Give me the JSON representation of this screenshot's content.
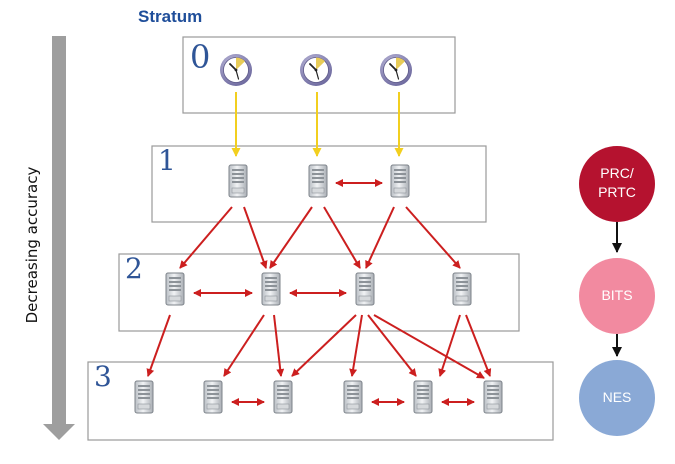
{
  "title": "Stratum",
  "axis_label": "Decreasing accuracy",
  "levels": [
    "0",
    "1",
    "2",
    "3"
  ],
  "hierarchy": [
    {
      "line1": "PRC/",
      "line2": "PRTC",
      "color": "#b5122f"
    },
    {
      "line1": "BITS",
      "line2": "",
      "color": "#f28aa0"
    },
    {
      "line1": "NES",
      "line2": "",
      "color": "#8aa9d6"
    }
  ],
  "colors": {
    "arrow_red": "#cc1f1f",
    "arrow_yellow": "#f2cf1f",
    "box_border": "#9a9a9a",
    "accuracy_arrow": "#9e9e9e",
    "level_number": "#2f5597"
  }
}
